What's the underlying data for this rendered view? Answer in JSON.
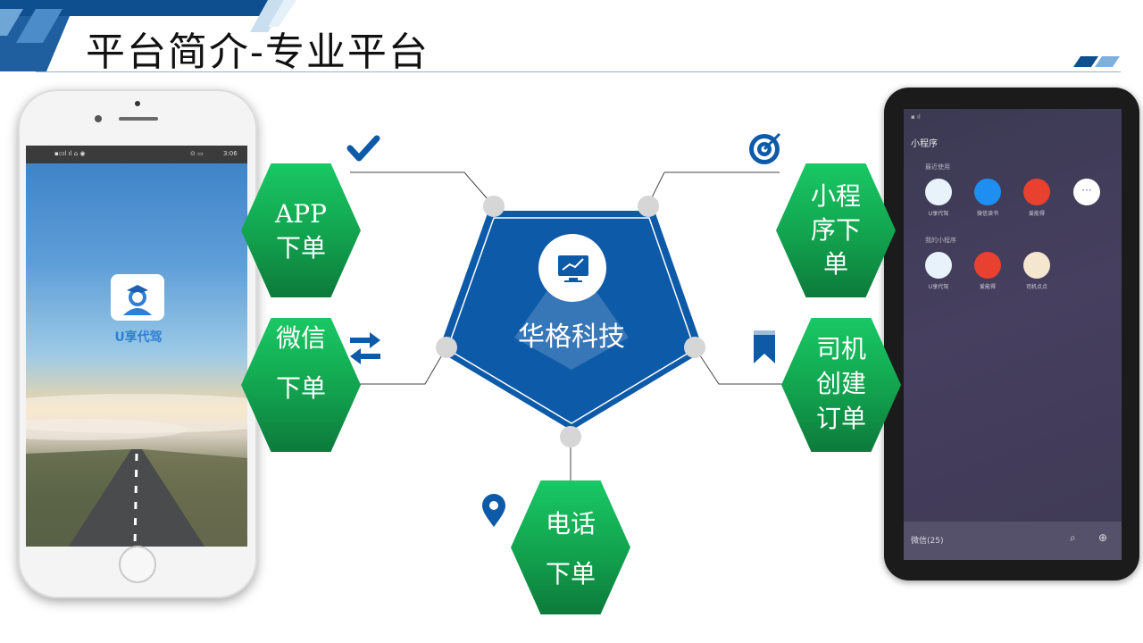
{
  "header": {
    "title": "平台简介-专业平台"
  },
  "left_phone": {
    "status_time": "3:06",
    "app_name": "U享代驾"
  },
  "center": {
    "label": "华格科技"
  },
  "hexagons": {
    "app_order": [
      "APP",
      "下单"
    ],
    "wechat_order": [
      "微信",
      "下单"
    ],
    "phone_order": [
      "电话",
      "下单"
    ],
    "miniprogram_order": [
      "小程",
      "序下",
      "单"
    ],
    "driver_create_order": [
      "司机",
      "创建",
      "订单"
    ]
  },
  "right_phone": {
    "mini_title": "小程序",
    "recent_label": "最近使用",
    "recent_apps": [
      "U享代驾",
      "微信读书",
      "爱能得",
      ""
    ],
    "mine_label": "我的小程序",
    "mine_apps": [
      "U享代驾",
      "爱能得",
      "司机点点"
    ],
    "bottom_text": "微信(25)"
  },
  "colors": {
    "accent_blue": "#0d5aa8",
    "hex_green_top": "#19c864",
    "hex_green_bottom": "#0d7a3b"
  },
  "icons": [
    "checkmark-icon",
    "target-icon",
    "swap-arrows-icon",
    "bookmark-icon",
    "location-pin-icon",
    "monitor-chart-icon"
  ]
}
